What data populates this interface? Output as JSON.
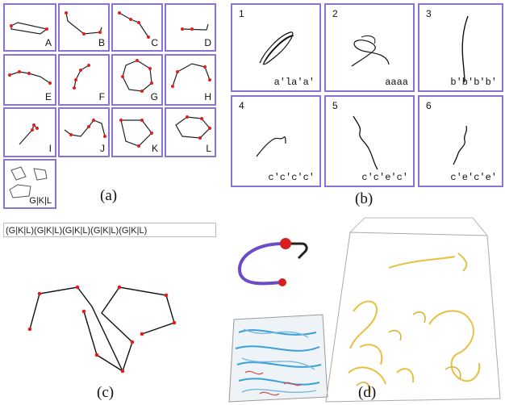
{
  "panel_a": {
    "caption": "(a)",
    "cells": [
      {
        "label": "A"
      },
      {
        "label": "B"
      },
      {
        "label": "C"
      },
      {
        "label": "D"
      },
      {
        "label": "E"
      },
      {
        "label": "F"
      },
      {
        "label": "G"
      },
      {
        "label": "H"
      },
      {
        "label": "I"
      },
      {
        "label": "J"
      },
      {
        "label": "K"
      },
      {
        "label": "L"
      },
      {
        "label": "G|K|L"
      }
    ]
  },
  "panel_b": {
    "caption": "(b)",
    "cells": [
      {
        "id": "1",
        "seq": "a'la'a'"
      },
      {
        "id": "2",
        "seq": "aaaa"
      },
      {
        "id": "3",
        "seq": "b'b'b'b'"
      },
      {
        "id": "4",
        "seq": "c'c'c'c'"
      },
      {
        "id": "5",
        "seq": "c'c'e'c'"
      },
      {
        "id": "6",
        "seq": "c'e'c'e'"
      }
    ]
  },
  "panel_c": {
    "caption": "(c)",
    "query": "(G|K|L)(G|K|L)(G|K|L)(G|K|L)(G|K|L)"
  },
  "panel_d": {
    "caption": "(d)"
  },
  "colors": {
    "frame": "#8a73d6",
    "marker": "#e02020",
    "stream_blue": "#3aa0d8",
    "stream_yellow": "#e8c040"
  }
}
